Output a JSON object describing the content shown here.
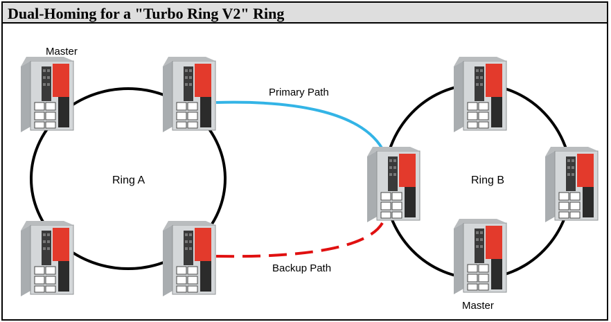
{
  "title": "Dual-Homing for a \"Turbo Ring V2\" Ring",
  "rings": {
    "a": {
      "label": "Ring A",
      "master_label": "Master"
    },
    "b": {
      "label": "Ring B",
      "master_label": "Master"
    }
  },
  "paths": {
    "primary": {
      "label": "Primary Path",
      "color": "#33b4e6"
    },
    "backup": {
      "label": "Backup Path",
      "color": "#e01010"
    }
  },
  "ring_color": "#000000",
  "device": {
    "accent": "#e33a2c",
    "body": "#cfd2d4"
  }
}
